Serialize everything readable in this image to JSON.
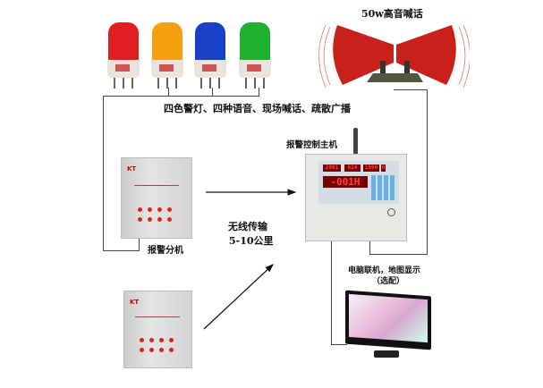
{
  "labels": {
    "speaker_title": "50w高音喊话",
    "features": "四色警灯、四种语音、现场喊话、疏散广播",
    "main_unit": "报警控制主机",
    "sub_unit": "报警分机",
    "wireless_line1": "无线传输",
    "wireless_line2": "5-10公里",
    "computer_line1": "电脑联机，地图显示",
    "computer_line2": "（选配）"
  },
  "main_display": {
    "top": [
      "2001",
      "624",
      "1900",
      "0"
    ],
    "main": "-001H"
  },
  "lamps": [
    {
      "color": "#e02020"
    },
    {
      "color": "#f5a010"
    },
    {
      "color": "#1a40c8"
    },
    {
      "color": "#20b030"
    }
  ],
  "colors": {
    "speaker": "#c8201a",
    "wire": "#444444",
    "arrow": "#111111"
  }
}
